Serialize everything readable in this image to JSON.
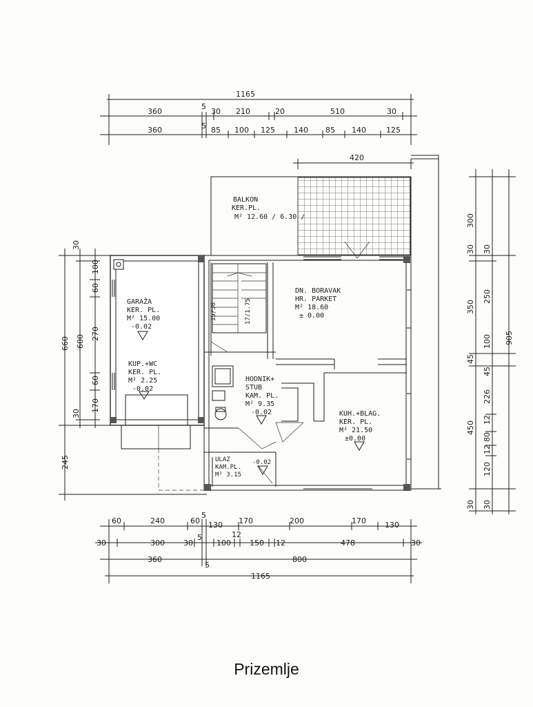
{
  "title": "Prizemlje",
  "dimensions": {
    "top": {
      "total": "1165",
      "row1": [
        "360",
        "5",
        "30",
        "210",
        "20",
        "510",
        "30"
      ],
      "row2": [
        "360",
        "5",
        "85",
        "100",
        "125",
        "140",
        "85",
        "140",
        "125"
      ],
      "balcony": "420"
    },
    "bottom": {
      "row1": [
        "60",
        "240",
        "60",
        "5",
        "130",
        "170",
        "200",
        "170",
        "130"
      ],
      "row2": [
        "30",
        "300",
        "30",
        "5",
        "100",
        "12",
        "150",
        "12",
        "478",
        "30"
      ],
      "row3": [
        "360",
        "5",
        "800"
      ],
      "total": "1165"
    },
    "left": {
      "outer": [
        "660",
        "245"
      ],
      "middle": [
        "600"
      ],
      "inner": [
        "30",
        "100",
        "60",
        "270",
        "60",
        "170",
        "30"
      ]
    },
    "right": {
      "outer": [
        "905"
      ],
      "middle": [
        "300",
        "30",
        "350",
        "45",
        "450",
        "30"
      ],
      "inner": [
        "30",
        "250",
        "100",
        "45",
        "226",
        "12",
        "80",
        "12",
        "120",
        "30"
      ]
    }
  },
  "rooms": {
    "balkon": [
      "BALKON",
      "KER.PL.",
      "M² 12.60 / 6.30 /"
    ],
    "garaza": [
      "GARAŽA",
      "KER. PL.",
      "M² 15.00",
      "-0.02"
    ],
    "kup_wc": [
      "KUP.+WC",
      "KER. PL.",
      "M² 2.25",
      "-0.02"
    ],
    "boravak": [
      "DN. BORAVAK",
      "HR. PARKET",
      "M² 18.60",
      "± 0.00"
    ],
    "hodnik": [
      "HODNIK+",
      "STUB",
      "KAM. PL.",
      "M² 9.35",
      "-0.02"
    ],
    "kuhinja": [
      "KUH.+BLAG.",
      "KER. PL.",
      "M² 21.50",
      "±0.00"
    ],
    "ulaz": [
      "ULAZ",
      "KAM.PL.",
      "M² 3.15",
      "-0.02"
    ]
  }
}
